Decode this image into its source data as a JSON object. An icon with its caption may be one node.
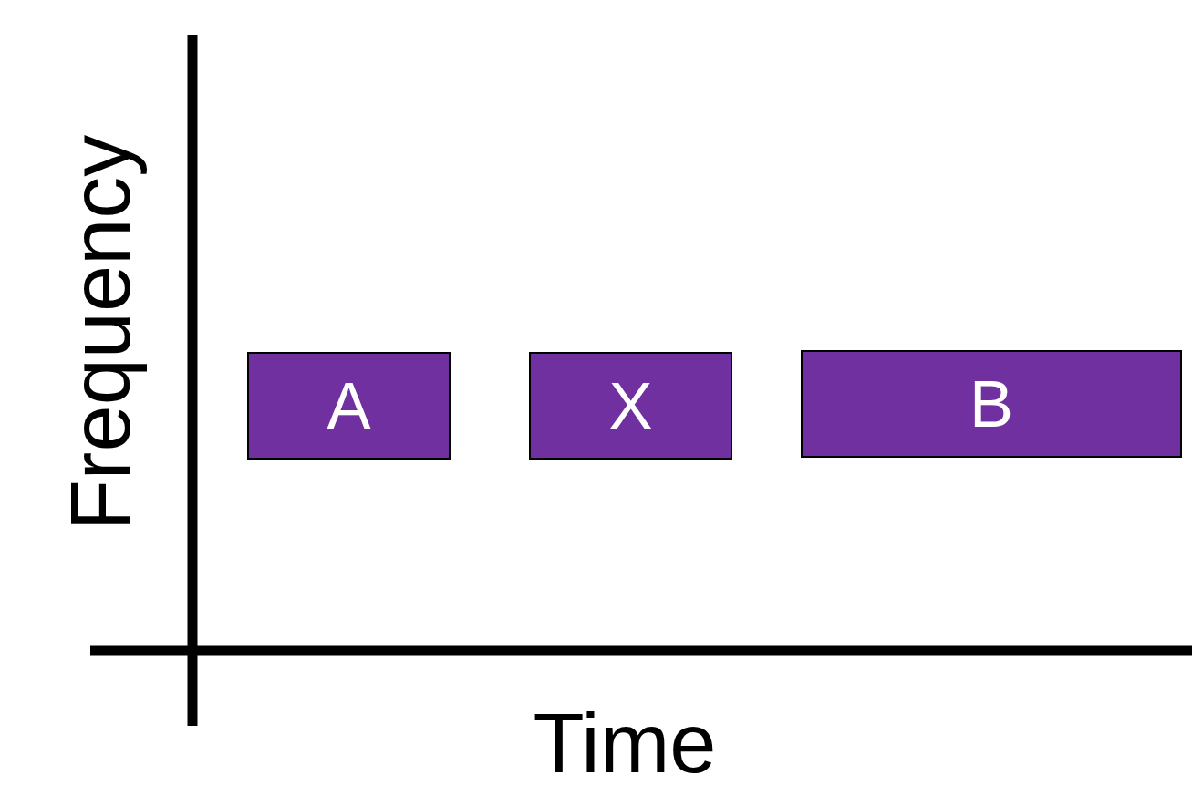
{
  "diagram": {
    "nodes": [
      {
        "text": [
          "A"
        ]
      },
      {
        "text": [
          "X"
        ]
      },
      {
        "text": [
          "B"
        ]
      }
    ],
    "labels": [
      "Frequency",
      "Time"
    ]
  }
}
